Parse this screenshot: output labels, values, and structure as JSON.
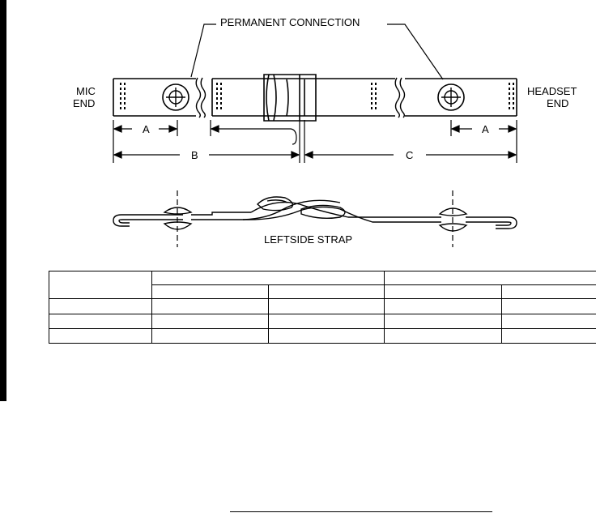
{
  "diagram": {
    "callout": "PERMANENT CONNECTION",
    "mic_end": [
      "MIC",
      "END"
    ],
    "headset_end": [
      "HEADSET",
      "END"
    ],
    "dimensions": {
      "a_left": "A",
      "a_right": "A",
      "b": "B",
      "c": "C"
    },
    "side_view_caption": "LEFTSIDE STRAP"
  },
  "table": {
    "columns": 5,
    "rows": [
      [
        "",
        "",
        "",
        "",
        ""
      ],
      [
        "",
        "",
        "",
        "",
        ""
      ],
      [
        "",
        "",
        "",
        "",
        ""
      ],
      [
        "",
        "",
        "",
        "",
        ""
      ],
      [
        "",
        "",
        "",
        "",
        ""
      ]
    ]
  }
}
